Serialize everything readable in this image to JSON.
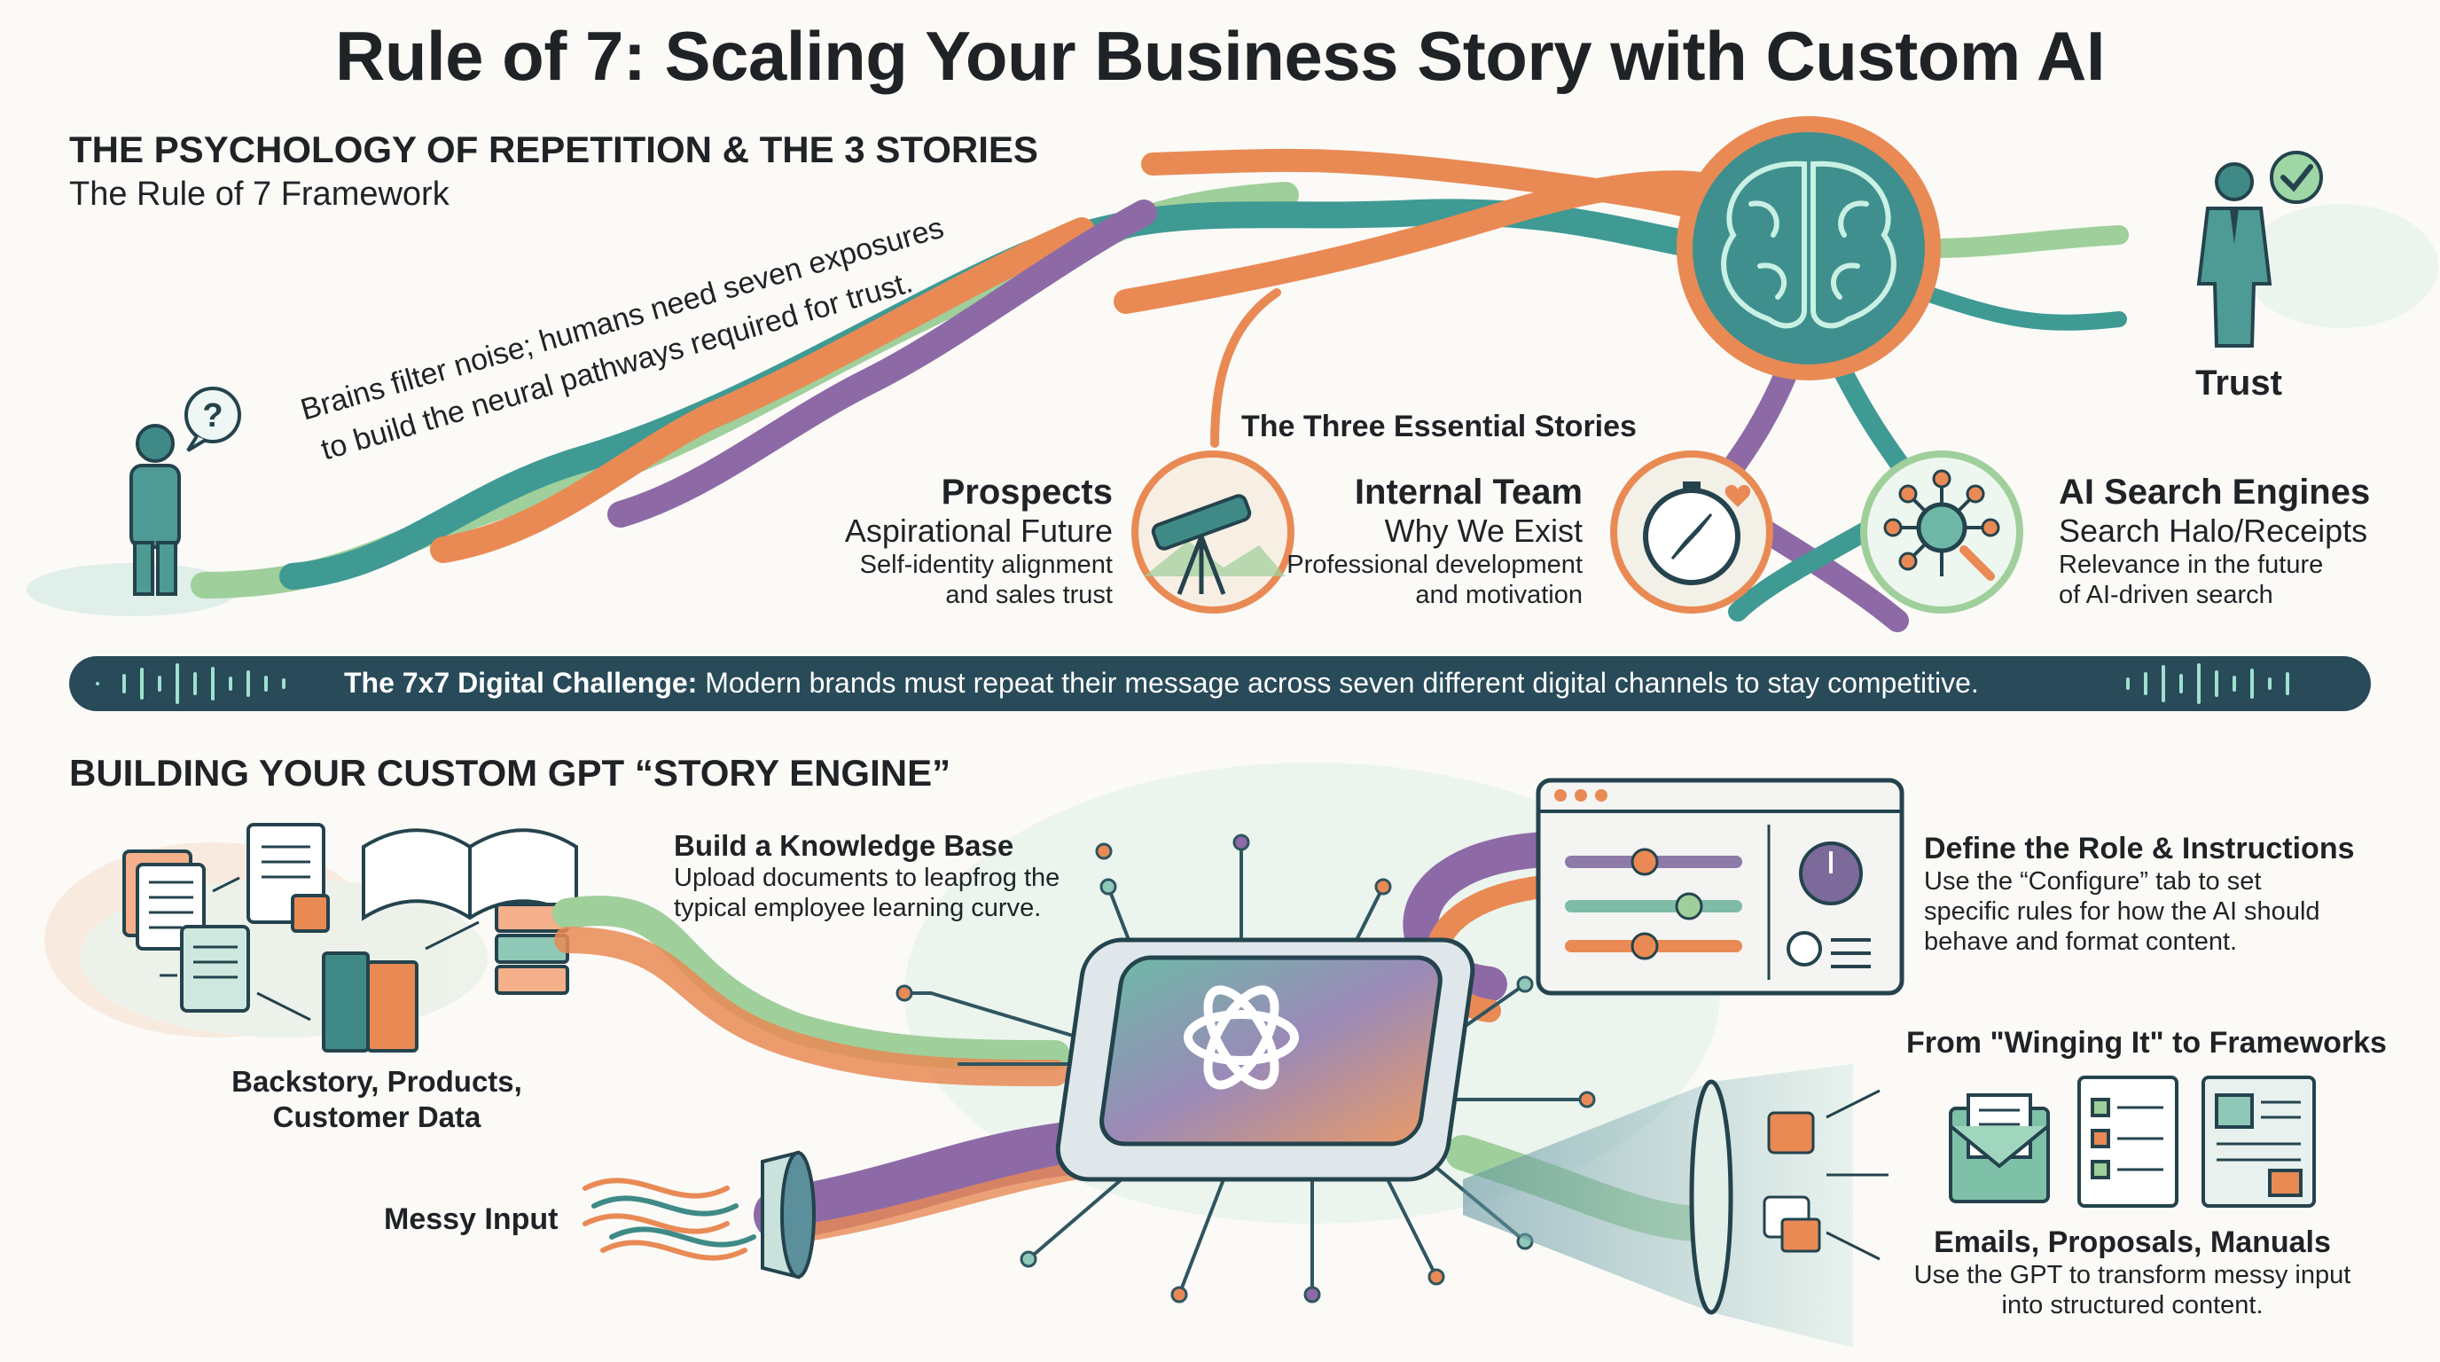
{
  "title": "Rule of 7: Scaling Your Business Story with Custom AI",
  "psychology": {
    "heading": "THE PSYCHOLOGY OF REPETITION & THE 3 STORIES",
    "subheading": "The Rule of 7 Framework",
    "pathway_line1": "Brains filter noise; humans need seven exposures",
    "pathway_line2": "to build the neural pathways required for trust.",
    "trust_label": "Trust",
    "three_stories_label": "The Three Essential Stories"
  },
  "stories": {
    "prospects": {
      "title": "Prospects",
      "subtitle": "Aspirational Future",
      "desc1": "Self-identity alignment",
      "desc2": "and sales trust"
    },
    "internal": {
      "title": "Internal Team",
      "subtitle": "Why We Exist",
      "desc1": "Professional development",
      "desc2": "and motivation"
    },
    "ai_search": {
      "title": "AI Search Engines",
      "subtitle": "Search Halo/Receipts",
      "desc1": "Relevance in the future",
      "desc2": "of AI-driven search"
    }
  },
  "banner": {
    "lead": "The 7x7 Digital Challenge:",
    "text": "Modern brands must repeat their message across seven different digital channels to stay competitive."
  },
  "engine": {
    "heading": "BUILDING YOUR CUSTOM GPT “STORY ENGINE”",
    "kb_title": "Build a Knowledge Base",
    "kb_desc1": "Upload documents to leapfrog the",
    "kb_desc2": "typical employee learning curve.",
    "data_label1": "Backstory, Products,",
    "data_label2": "Customer Data",
    "messy_label": "Messy Input",
    "role_title": "Define the Role & Instructions",
    "role_desc1": "Use the “Configure” tab to set",
    "role_desc2": "specific rules for how the AI should",
    "role_desc3": "behave and format content.",
    "frameworks_title": "From \"Winging It\" to Frameworks",
    "outputs_title": "Emails, Proposals, Manuals",
    "outputs_desc1": "Use the GPT to transform messy input",
    "outputs_desc2": "into structured content."
  },
  "colors": {
    "orange": "#e98a55",
    "teal": "#3f9a94",
    "green": "#9fcf9a",
    "purple": "#8d6aa6",
    "navy": "#264a5c",
    "banner": "#284a59"
  }
}
